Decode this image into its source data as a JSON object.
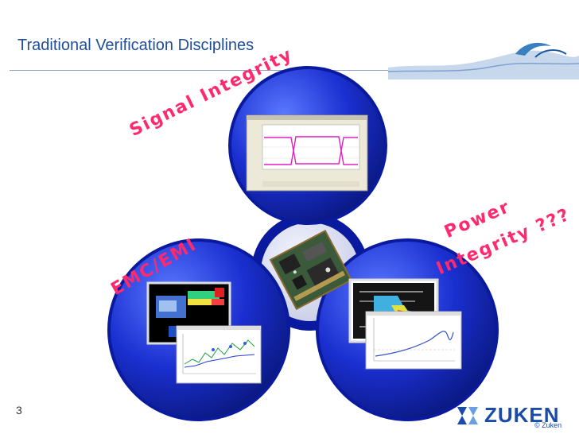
{
  "slide": {
    "title": "Traditional Verification Disciplines",
    "page_number": "3",
    "labels": {
      "signal_integrity": "Signal Integrity",
      "power_line1": "Power",
      "power_line2": "Integrity ???",
      "emc": "EMC/EMI"
    },
    "logo_text": "ZUKEN",
    "copyright": "© Zuken"
  },
  "colors": {
    "title": "#1f4e9a",
    "label": "#ff2a6d",
    "circle": "#1a2fc4",
    "ring": "#0a1a9e"
  }
}
